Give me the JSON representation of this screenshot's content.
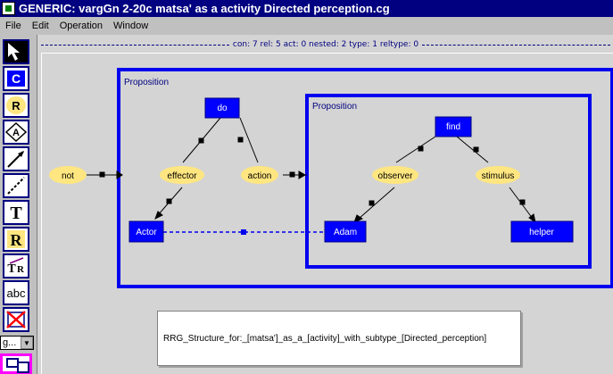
{
  "window": {
    "title": "GENERIC:  vargGn 2-20c matsa' as a activity Directed perception.cg"
  },
  "menu": {
    "items": [
      "File",
      "Edit",
      "Operation",
      "Window"
    ]
  },
  "toolbar": {
    "tools": [
      {
        "name": "select-arrow-tool",
        "icon": "arrow-cursor-icon"
      },
      {
        "name": "concept-tool",
        "label": "C"
      },
      {
        "name": "relation-tool",
        "label": "R"
      },
      {
        "name": "actor-tool",
        "label": "A"
      },
      {
        "name": "arrow-tool",
        "icon": "arrow-icon"
      },
      {
        "name": "coref-tool",
        "icon": "dashed-line-icon"
      },
      {
        "name": "text-tool",
        "label": "T"
      },
      {
        "name": "relation-type-tool",
        "label": "R"
      },
      {
        "name": "type-relation-tool",
        "label": "T R"
      },
      {
        "name": "abc-tool",
        "label": "abc"
      },
      {
        "name": "delete-tool",
        "icon": "delete-x-icon"
      }
    ],
    "select_value": "g..."
  },
  "status": {
    "text": "con: 7  rel: 5  act: 0  nested: 2  type: 1  reltype: 0"
  },
  "graph": {
    "outer_context_label": "Proposition",
    "inner_context_label": "Proposition",
    "concepts": {
      "do": "do",
      "actor": "Actor",
      "find": "find",
      "adam": "Adam",
      "helper": "helper"
    },
    "relations": {
      "not": "not",
      "effector": "effector",
      "action": "action",
      "observer": "observer",
      "stimulus": "stimulus"
    }
  },
  "comment": {
    "text": "RRG_Structure_for:_[matsa']_as_a_[activity]_with_subtype_[Directed_perception]"
  },
  "colors": {
    "title_bg": "#000080",
    "concept_fill": "#0000ff",
    "relation_fill": "#ffe680",
    "context_border": "#0000ee",
    "canvas_bg": "#d4d4d4"
  }
}
